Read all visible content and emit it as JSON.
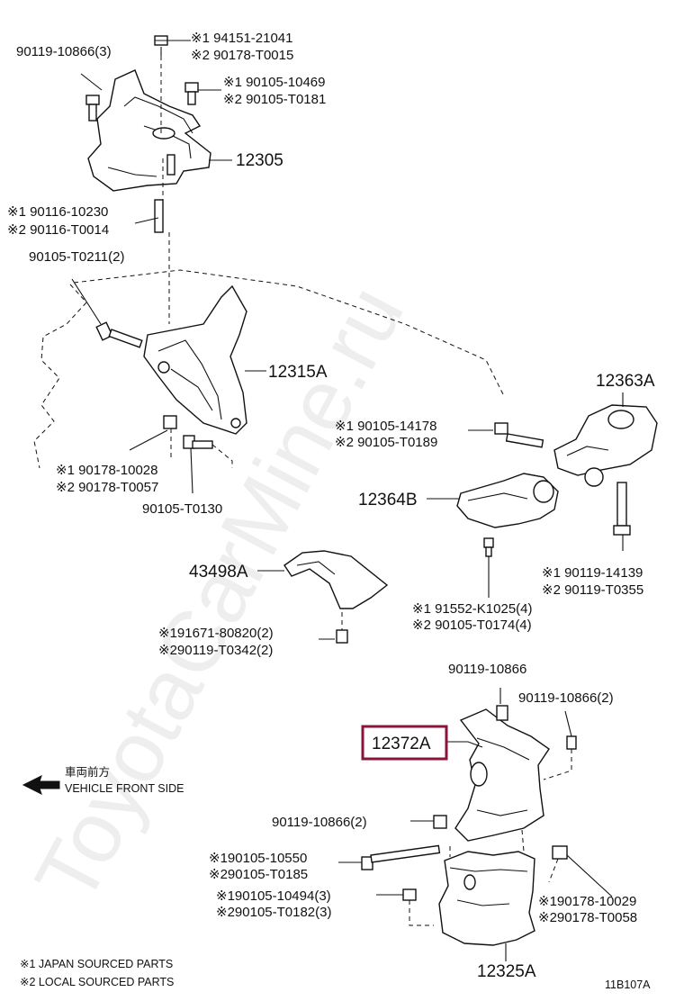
{
  "colors": {
    "highlight_box": "#8a1538",
    "ink": "#111111",
    "watermark": "#cfcfcf"
  },
  "watermark": "ToyotaCarMine.ru",
  "diagram_code": "11B107A",
  "legend": {
    "direction_cjk": "車両前方",
    "direction_en": "VEHICLE FRONT SIDE",
    "note1": "※1 JAPAN SOURCED PARTS",
    "note2": "※2 LOCAL SOURCED PARTS"
  },
  "labels": {
    "l01": "90119-10866(3)",
    "l02": "※1 94151-21041",
    "l03": "※2 90178-T0015",
    "l04": "※1 90105-10469",
    "l05": "※2 90105-T0181",
    "l06": "12305",
    "l07": "※1 90116-10230",
    "l08": "※2 90116-T0014",
    "l09": "90105-T0211(2)",
    "l10": "12315A",
    "l11": "12363A",
    "l12": "※1 90105-14178",
    "l13": "※2 90105-T0189",
    "l14": "※1 90178-10028",
    "l15": "※2 90178-T0057",
    "l16": "90105-T0130",
    "l17": "12364B",
    "l18": "43498A",
    "l19": "※1 90119-14139",
    "l20": "※2 90119-T0355",
    "l21": "※1 91552-K1025(4)",
    "l22": "※2 90105-T0174(4)",
    "l23": "※191671-80820(2)",
    "l24": "※290119-T0342(2)",
    "l25": "90119-10866",
    "l26": "90119-10866(2)",
    "l27": "12372A",
    "l28": "90119-10866(2)",
    "l29": "※190105-10550",
    "l30": "※290105-T0185",
    "l31": "※190105-10494(3)",
    "l32": "※290105-T0182(3)",
    "l33": "※190178-10029",
    "l34": "※290178-T0058",
    "l35": "12325A"
  }
}
